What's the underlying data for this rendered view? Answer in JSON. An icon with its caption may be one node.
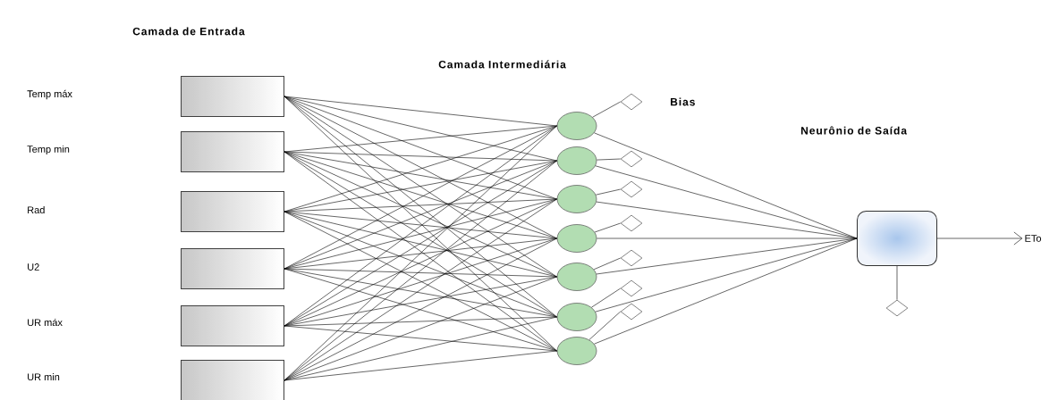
{
  "diagram": {
    "nodes": [
      {
        "text": [],
        "shape": "box"
      },
      {
        "text": [],
        "shape": "box"
      },
      {
        "text": [],
        "shape": "box"
      },
      {
        "text": [],
        "shape": "box"
      },
      {
        "text": [],
        "shape": "box"
      },
      {
        "text": [],
        "shape": "box"
      },
      {
        "text": [],
        "shape": "circle"
      },
      {
        "text": [],
        "shape": "circle"
      },
      {
        "text": [],
        "shape": "circle"
      },
      {
        "text": [],
        "shape": "circle"
      },
      {
        "text": [],
        "shape": "circle"
      },
      {
        "text": [],
        "shape": "circle"
      },
      {
        "text": [],
        "shape": "circle"
      },
      {
        "text": [],
        "shape": "diamond"
      },
      {
        "text": [],
        "shape": "diamond"
      },
      {
        "text": [],
        "shape": "diamond"
      },
      {
        "text": [],
        "shape": "diamond"
      },
      {
        "text": [],
        "shape": "diamond"
      },
      {
        "text": [],
        "shape": "diamond"
      },
      {
        "text": [],
        "shape": "diamond"
      },
      {
        "text": [],
        "shape": "box"
      },
      {
        "text": [],
        "shape": "diamond"
      },
      {
        "text": [
          "ETo"
        ]
      }
    ],
    "edges": [
      {
        "from": 0,
        "to": 6,
        "arrow": "none"
      },
      {
        "from": 0,
        "to": 7,
        "arrow": "none"
      },
      {
        "from": 0,
        "to": 8,
        "arrow": "none"
      },
      {
        "from": 0,
        "to": 9,
        "arrow": "none"
      },
      {
        "from": 0,
        "to": 10,
        "arrow": "none"
      },
      {
        "from": 0,
        "to": 11,
        "arrow": "none"
      },
      {
        "from": 0,
        "to": 12,
        "arrow": "none"
      },
      {
        "from": 1,
        "to": 6,
        "arrow": "none"
      },
      {
        "from": 1,
        "to": 7,
        "arrow": "none"
      },
      {
        "from": 1,
        "to": 8,
        "arrow": "none"
      },
      {
        "from": 1,
        "to": 9,
        "arrow": "none"
      },
      {
        "from": 1,
        "to": 10,
        "arrow": "none"
      },
      {
        "from": 1,
        "to": 11,
        "arrow": "none"
      },
      {
        "from": 1,
        "to": 12,
        "arrow": "none"
      },
      {
        "from": 2,
        "to": 6,
        "arrow": "none"
      },
      {
        "from": 2,
        "to": 7,
        "arrow": "none"
      },
      {
        "from": 2,
        "to": 8,
        "arrow": "none"
      },
      {
        "from": 2,
        "to": 9,
        "arrow": "none"
      },
      {
        "from": 2,
        "to": 10,
        "arrow": "none"
      },
      {
        "from": 2,
        "to": 11,
        "arrow": "none"
      },
      {
        "from": 2,
        "to": 12,
        "arrow": "none"
      },
      {
        "from": 3,
        "to": 6,
        "arrow": "none"
      },
      {
        "from": 3,
        "to": 7,
        "arrow": "none"
      },
      {
        "from": 3,
        "to": 8,
        "arrow": "none"
      },
      {
        "from": 3,
        "to": 9,
        "arrow": "none"
      },
      {
        "from": 3,
        "to": 10,
        "arrow": "none"
      },
      {
        "from": 3,
        "to": 11,
        "arrow": "none"
      },
      {
        "from": 3,
        "to": 12,
        "arrow": "none"
      },
      {
        "from": 4,
        "to": 6,
        "arrow": "none"
      },
      {
        "from": 4,
        "to": 7,
        "arrow": "none"
      },
      {
        "from": 4,
        "to": 8,
        "arrow": "none"
      },
      {
        "from": 4,
        "to": 9,
        "arrow": "none"
      },
      {
        "from": 4,
        "to": 10,
        "arrow": "none"
      },
      {
        "from": 4,
        "to": 11,
        "arrow": "none"
      },
      {
        "from": 4,
        "to": 12,
        "arrow": "none"
      },
      {
        "from": 5,
        "to": 6,
        "arrow": "none"
      },
      {
        "from": 5,
        "to": 7,
        "arrow": "none"
      },
      {
        "from": 5,
        "to": 8,
        "arrow": "none"
      },
      {
        "from": 5,
        "to": 9,
        "arrow": "none"
      },
      {
        "from": 5,
        "to": 10,
        "arrow": "none"
      },
      {
        "from": 5,
        "to": 11,
        "arrow": "none"
      },
      {
        "from": 5,
        "to": 12,
        "arrow": "none"
      },
      {
        "from": 6,
        "to": 13,
        "arrow": "none"
      },
      {
        "from": 7,
        "to": 14,
        "arrow": "none"
      },
      {
        "from": 8,
        "to": 15,
        "arrow": "none"
      },
      {
        "from": 9,
        "to": 16,
        "arrow": "none"
      },
      {
        "from": 10,
        "to": 17,
        "arrow": "none"
      },
      {
        "from": 11,
        "to": 18,
        "arrow": "none"
      },
      {
        "from": 12,
        "to": 19,
        "arrow": "none"
      },
      {
        "from": 6,
        "to": 20,
        "arrow": "none"
      },
      {
        "from": 7,
        "to": 20,
        "arrow": "none"
      },
      {
        "from": 8,
        "to": 20,
        "arrow": "none"
      },
      {
        "from": 9,
        "to": 20,
        "arrow": "none"
      },
      {
        "from": 10,
        "to": 20,
        "arrow": "none"
      },
      {
        "from": 11,
        "to": 20,
        "arrow": "none"
      },
      {
        "from": 12,
        "to": 20,
        "arrow": "none"
      },
      {
        "from": 20,
        "to": 21,
        "arrow": "none"
      },
      {
        "from": 20,
        "to": 22,
        "arrow": "to"
      }
    ],
    "labels": [
      "Camada de Entrada",
      "Camada Intermediária",
      "Temp máx",
      "Bias",
      "Neurônio de Saída",
      "Temp min",
      "Rad",
      "U2",
      "UR máx",
      "UR min"
    ]
  }
}
